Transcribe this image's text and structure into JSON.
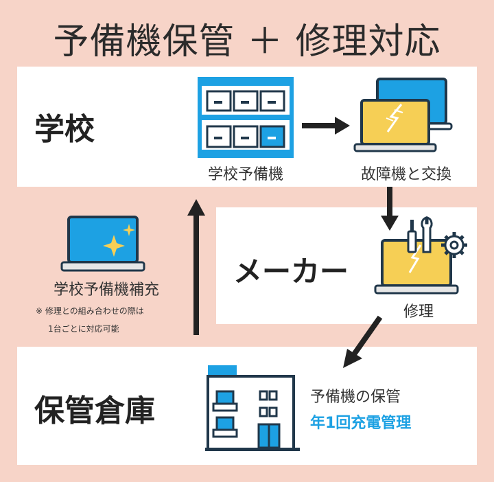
{
  "title": "予備機保管 ＋ 修理対応",
  "school": {
    "heading": "学校",
    "spare_label": "学校予備機",
    "exchange_label": "故障機と交換"
  },
  "maker": {
    "heading": "メーカー",
    "repair_label": "修理"
  },
  "replenish": {
    "label": "学校予備機補充",
    "note_line1": "※ 修理との組み合わせの際は",
    "note_line2": "1台ごとに対応可能"
  },
  "warehouse": {
    "heading": "保管倉庫",
    "storage_label": "予備機の保管",
    "charge_label": "年1回充電管理"
  },
  "colors": {
    "background": "#f7d4c8",
    "accent_blue": "#1da1e3",
    "screen_yellow": "#f6cf55",
    "dark_navy": "#20374a"
  }
}
